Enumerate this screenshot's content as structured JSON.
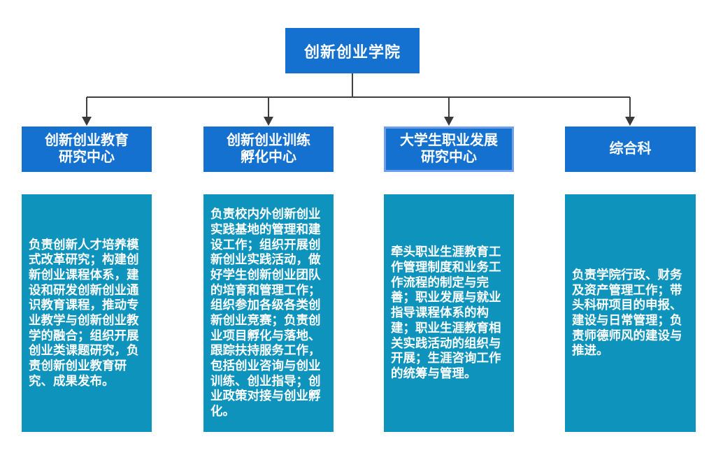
{
  "root": {
    "label": "创新创业学院"
  },
  "departments": [
    {
      "title_lines": [
        "创新创业教育",
        "研究中心"
      ],
      "selected": false,
      "description": "负责创新人才培养模式改革研究；构建创新创业课程体系，建设和研发创新创业通识教育课程，推动专业教学与创新创业教学的融合；组织开展创业类课题研究，负责创新创业教育研究、成果发布。"
    },
    {
      "title_lines": [
        "创新创业训练",
        "孵化中心"
      ],
      "selected": false,
      "description": "负责校内外创新创业实践基地的管理和建设工作；组织开展创新创业实践活动，做好学生创新创业团队的培育和管理工作；组织参加各级各类创新创业竞赛；负责创业项目孵化与落地、跟踪扶持服务工作，包括创业咨询与创业训练、创业指导；创业政策对接与创业孵化。"
    },
    {
      "title_lines": [
        "大学生职业发展",
        "研究中心"
      ],
      "selected": true,
      "description": "牵头职业生涯教育工作管理制度和业务工作流程的制定与完善；职业发展与就业指导课程体系的构建；职业生涯教育相关实践活动的组织与开展；生涯咨询工作的统筹与管理。"
    },
    {
      "title_lines": [
        "综合科"
      ],
      "selected": false,
      "description": "负责学院行政、财务及资产管理工作；带头科研项目的申报、建设与日常管理；负责师德师风的建设与推进。"
    }
  ],
  "colors": {
    "node_blue": "#1571d0",
    "panel_teal": "#0e93bd",
    "selected_border": "#6e9eeb",
    "connector_line": "#404040",
    "text": "#ffffff",
    "background": "#ffffff"
  }
}
